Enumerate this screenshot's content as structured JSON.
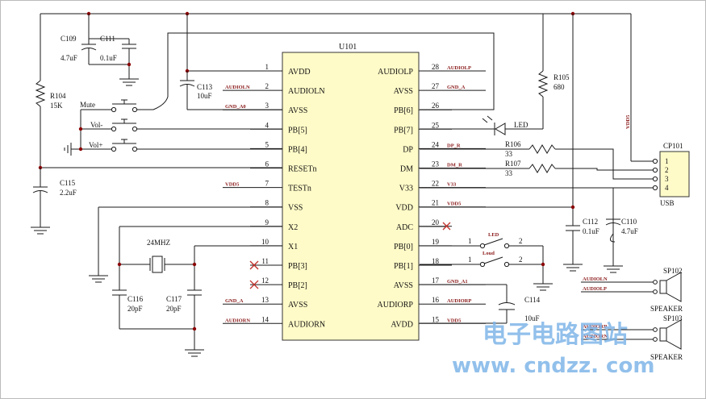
{
  "chip": {
    "name": "U101",
    "left_pins": [
      {
        "num": "1",
        "name": "AVDD",
        "net": ""
      },
      {
        "num": "2",
        "name": "AUDIOLN",
        "net": "AUDIOLN"
      },
      {
        "num": "3",
        "name": "AVSS",
        "net": "GND_A0"
      },
      {
        "num": "4",
        "name": "PB[5]",
        "net": ""
      },
      {
        "num": "5",
        "name": "PB[4]",
        "net": ""
      },
      {
        "num": "6",
        "name": "RESETn",
        "net": ""
      },
      {
        "num": "7",
        "name": "TESTn",
        "net": "VDD5"
      },
      {
        "num": "8",
        "name": "VSS",
        "net": ""
      },
      {
        "num": "9",
        "name": "X2",
        "net": ""
      },
      {
        "num": "10",
        "name": "X1",
        "net": ""
      },
      {
        "num": "11",
        "name": "PB[3]",
        "net": ""
      },
      {
        "num": "12",
        "name": "PB[2]",
        "net": ""
      },
      {
        "num": "13",
        "name": "AVSS",
        "net": "GND_A"
      },
      {
        "num": "14",
        "name": "AUDIORN",
        "net": "AUDIORN"
      }
    ],
    "right_pins": [
      {
        "num": "28",
        "name": "AUDIOLP",
        "net": "AUDIOLP"
      },
      {
        "num": "27",
        "name": "AVSS",
        "net": "GND_A"
      },
      {
        "num": "26",
        "name": "PB[6]",
        "net": ""
      },
      {
        "num": "25",
        "name": "PB[7]",
        "net": ""
      },
      {
        "num": "24",
        "name": "DP",
        "net": "DP_R"
      },
      {
        "num": "23",
        "name": "DM",
        "net": "DM_R"
      },
      {
        "num": "22",
        "name": "V33",
        "net": "V33"
      },
      {
        "num": "21",
        "name": "VDD",
        "net": "VDD5"
      },
      {
        "num": "20",
        "name": "ADC",
        "net": ""
      },
      {
        "num": "19",
        "name": "PB[0]",
        "net": ""
      },
      {
        "num": "18",
        "name": "PB[1]",
        "net": ""
      },
      {
        "num": "17",
        "name": "AVSS",
        "net": "GND_A1"
      },
      {
        "num": "16",
        "name": "AUDIORP",
        "net": "AUDIORP"
      },
      {
        "num": "15",
        "name": "AVDD",
        "net": "VDD5"
      }
    ]
  },
  "parts": {
    "c109": {
      "ref": "C109",
      "value": "4.7uF"
    },
    "c111": {
      "ref": "C111",
      "value": "0.1uF"
    },
    "c113": {
      "ref": "C113",
      "value": "10uF"
    },
    "r104": {
      "ref": "R104",
      "value": "15K"
    },
    "c115": {
      "ref": "C115",
      "value": "2.2uF"
    },
    "r105": {
      "ref": "R105",
      "value": "680"
    },
    "led": {
      "label": "LED"
    },
    "r106": {
      "ref": "R106",
      "value": "33"
    },
    "r107": {
      "ref": "R107",
      "value": "33"
    },
    "c112": {
      "ref": "C112",
      "value": "0.1uF"
    },
    "c110": {
      "ref": "C110",
      "value": "4.7uF"
    },
    "c114": {
      "ref": "C114",
      "value": "10uF"
    },
    "c116": {
      "ref": "C116",
      "value": "20pF"
    },
    "c117": {
      "ref": "C117",
      "value": "20pF"
    },
    "crystal": {
      "label": "24MHZ"
    },
    "cp101": {
      "ref": "CP101",
      "label": "USB",
      "pins": [
        "1",
        "2",
        "3",
        "4"
      ]
    },
    "sp102": {
      "ref": "SP102",
      "label": "SPEAKER",
      "nets": [
        "AUDIOLN",
        "AUDIOLP"
      ]
    },
    "sp103": {
      "ref": "SP103",
      "label": "SPEAKER",
      "nets": [
        "AUDIORP",
        "AUDIORN"
      ]
    }
  },
  "switches": {
    "mute": "Mute",
    "vol_minus": "Vol-",
    "vol_plus": "Vol+",
    "led_sw": {
      "label": "LED",
      "pins": [
        "1",
        "2"
      ]
    },
    "loud_sw": {
      "label": "Loud",
      "pins": [
        "1",
        "2"
      ]
    }
  },
  "nets": {
    "vdd5_vertical": "VDD5"
  },
  "watermark": {
    "cn": "电子电路图站",
    "url": "www. cndzz. com"
  }
}
